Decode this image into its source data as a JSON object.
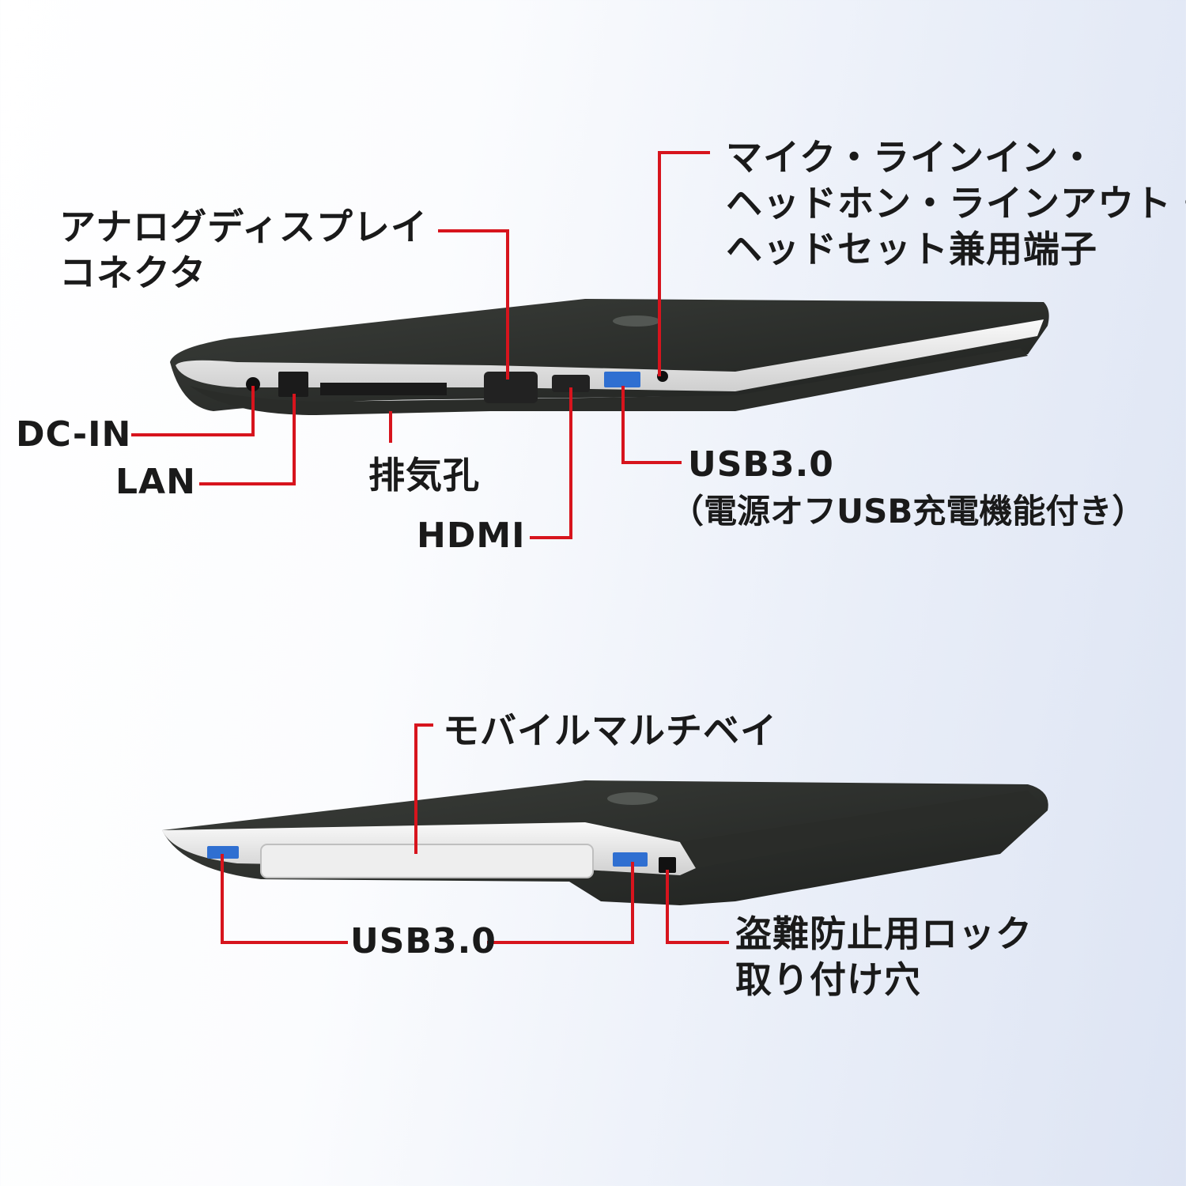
{
  "top_view": {
    "callouts": {
      "analog_display": [
        "アナログディスプレイ",
        "コネクタ"
      ],
      "audio_jack": [
        "マイク・ラインイン・",
        "ヘッドホン・ラインアウト・",
        "ヘッドセット兼用端子"
      ],
      "dc_in": "DC-IN",
      "lan": "LAN",
      "exhaust": "排気孔",
      "hdmi": "HDMI",
      "usb": [
        "USB3.0",
        "（電源オフUSB充電機能付き）"
      ]
    }
  },
  "bottom_view": {
    "callouts": {
      "multibay": "モバイルマルチベイ",
      "usb": "USB3.0",
      "security_lock": [
        "盗難防止用ロック",
        "取り付け穴"
      ]
    }
  },
  "colors": {
    "leader_line": "#d7141d",
    "laptop_body": "#2e312d",
    "laptop_trim": "#e8e8e8",
    "usb_port": "#2f6fd1"
  }
}
